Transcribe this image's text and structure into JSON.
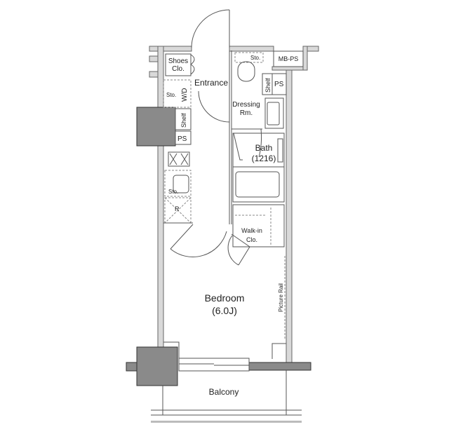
{
  "rooms": {
    "entrance": "Entrance",
    "shoes_closet": [
      "Shoes",
      "Clo."
    ],
    "storage_wd": {
      "sto": "Sto.",
      "wd": "W/D"
    },
    "shelf_left": "Shelf",
    "ps_left": "PS",
    "sink_storage": "Sto.",
    "refrigerator": "R",
    "toilet_storage": "Sto.",
    "mb_ps": "MB-PS",
    "shelf_right": "Shelf",
    "ps_right": "PS",
    "dressing_room": [
      "Dressing",
      "Rm."
    ],
    "bath": [
      "Bath",
      "(1216)"
    ],
    "walk_in_closet": [
      "Walk-in",
      "Clo."
    ],
    "bedroom": [
      "Bedroom",
      "(6.0J)"
    ],
    "picture_rail": "Picture Rail",
    "balcony": "Balcony"
  }
}
